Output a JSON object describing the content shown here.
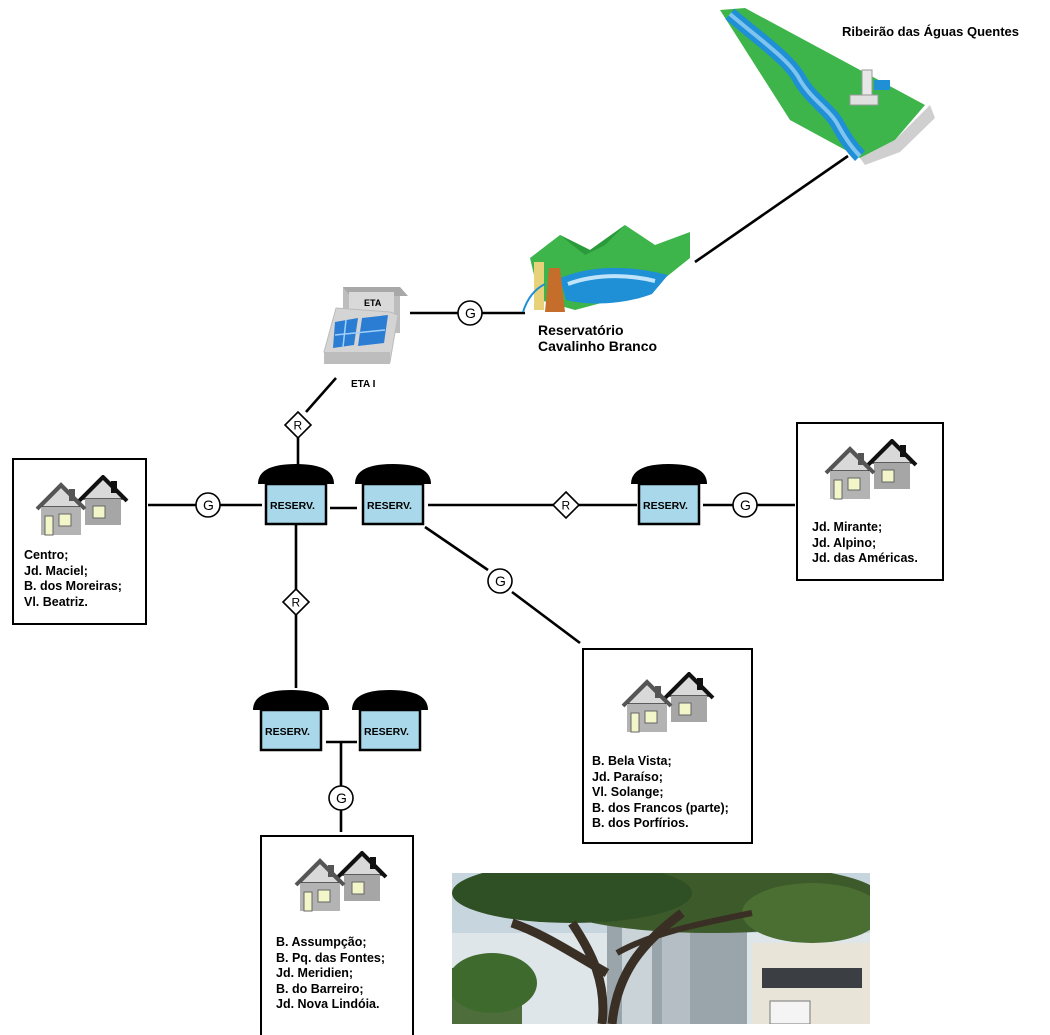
{
  "source": {
    "river": "Ribeirão das Águas Quentes"
  },
  "reservoir": {
    "line1": "Reservatório",
    "line2": "Cavalinho Branco"
  },
  "eta": {
    "roof_label": "ETA",
    "caption": "ETA I"
  },
  "symbols": {
    "gravity": "G",
    "pump": "R",
    "reservoir": "RESERV."
  },
  "service_areas": {
    "west": {
      "items": [
        "Centro;",
        "Jd. Maciel;",
        "B. dos Moreiras;",
        "Vl. Beatriz."
      ]
    },
    "east": {
      "items": [
        "Jd. Mirante;",
        "Jd. Alpino;",
        "Jd. das Américas."
      ]
    },
    "southeast": {
      "items": [
        "B. Bela Vista;",
        "Jd. Paraíso;",
        "Vl. Solange;",
        "B. dos Francos (parte);",
        "B. dos Porfírios."
      ]
    },
    "south": {
      "items": [
        "B. Assumpção;",
        "B. Pq. das Fontes;",
        "Jd. Meridien;",
        "B. do Barreiro;",
        "Jd. Nova Lindóia."
      ]
    }
  },
  "colors": {
    "water": "#1f8fd6",
    "tank_fill": "#a8d8ea",
    "grass": "#3db54a",
    "house_gray": "#a6a6a6"
  }
}
